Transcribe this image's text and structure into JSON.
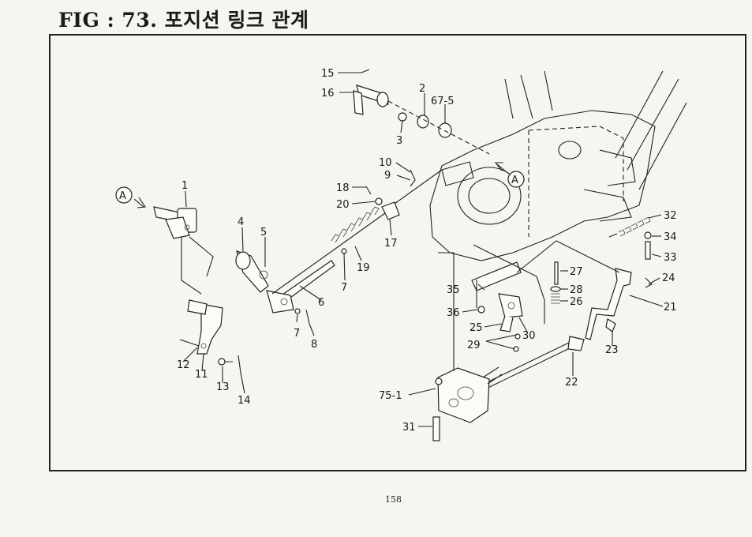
{
  "figure": {
    "title": "FIG : 73. 포지션 링크 관계",
    "page_number": "158",
    "view_marker": "A",
    "callouts": [
      "1",
      "2",
      "3",
      "4",
      "5",
      "6",
      "7",
      "7",
      "8",
      "9",
      "10",
      "11",
      "12",
      "13",
      "14",
      "15",
      "16",
      "17",
      "18",
      "19",
      "20",
      "21",
      "22",
      "23",
      "24",
      "25",
      "26",
      "27",
      "28",
      "29",
      "30",
      "31",
      "32",
      "33",
      "34",
      "35",
      "36",
      "67-5",
      "75-1"
    ]
  }
}
